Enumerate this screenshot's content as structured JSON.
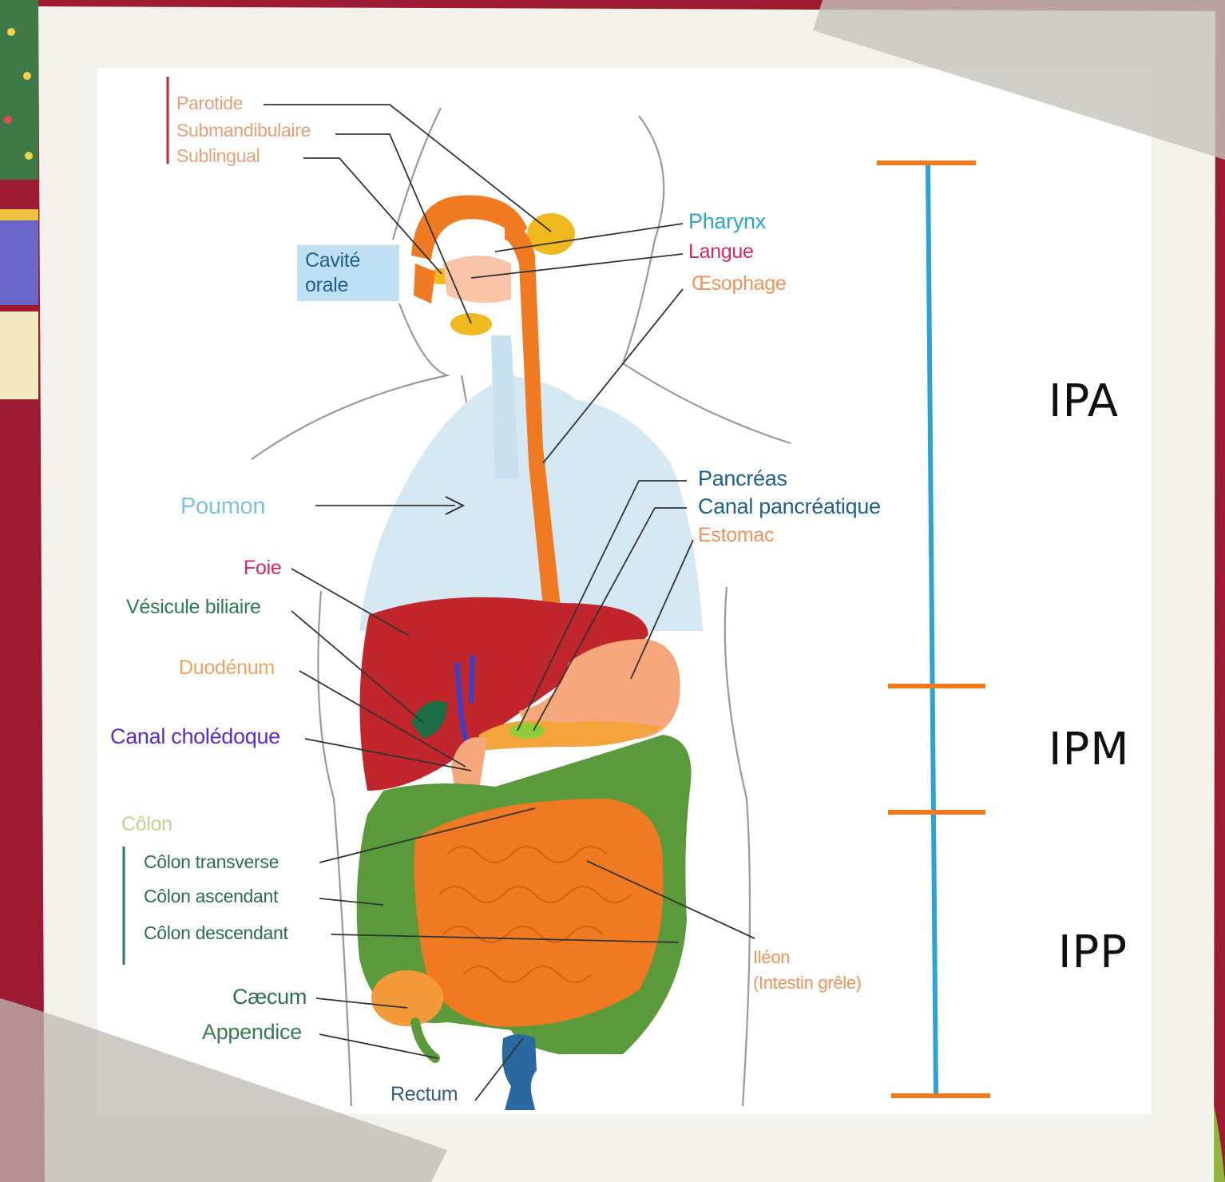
{
  "diagram": {
    "gland_labels": {
      "parotide": "Parotide",
      "submandibulaire": "Submandibulaire",
      "sublingual": "Sublingual"
    },
    "labels": {
      "cavite_orale_line1": "Cavité",
      "cavite_orale_line2": "orale",
      "pharynx": "Pharynx",
      "langue": "Langue",
      "oesophage": "Œsophage",
      "poumon": "Poumon",
      "pancreas": "Pancréas",
      "canal_pancreatique": "Canal pancréatique",
      "estomac": "Estomac",
      "foie": "Foie",
      "vesicule_biliaire": "Vésicule biliaire",
      "duodenum": "Duodénum",
      "canal_choledoque": "Canal cholédoque",
      "colon": "Côlon",
      "colon_transverse": "Côlon transverse",
      "colon_ascendant": "Côlon ascendant",
      "colon_descendant": "Côlon descendant",
      "caecum": "Cæcum",
      "appendice": "Appendice",
      "rectum": "Rectum",
      "ileon_line1": "Iléon",
      "ileon_line2": "(Intestin grêle)"
    },
    "sections": {
      "ipa": "IPA",
      "ipm": "IPM",
      "ipp": "IPP"
    },
    "colors": {
      "background": "#9c1b30",
      "paper": "#f2f1ec",
      "scale_line": "#2aa3d6",
      "scale_ticks": "#f07a1e",
      "gland_text": "#e8a07a",
      "teal_text": "#2aa6c9",
      "red_text": "#d8285a",
      "blue_text": "#1f5f8f",
      "green_text": "#2e7a58",
      "purple_text": "#5a2ad0",
      "liver": "#c0262c",
      "colon": "#5a9a3a",
      "intestine": "#f07a22",
      "lung": "#cfe6f2"
    }
  }
}
